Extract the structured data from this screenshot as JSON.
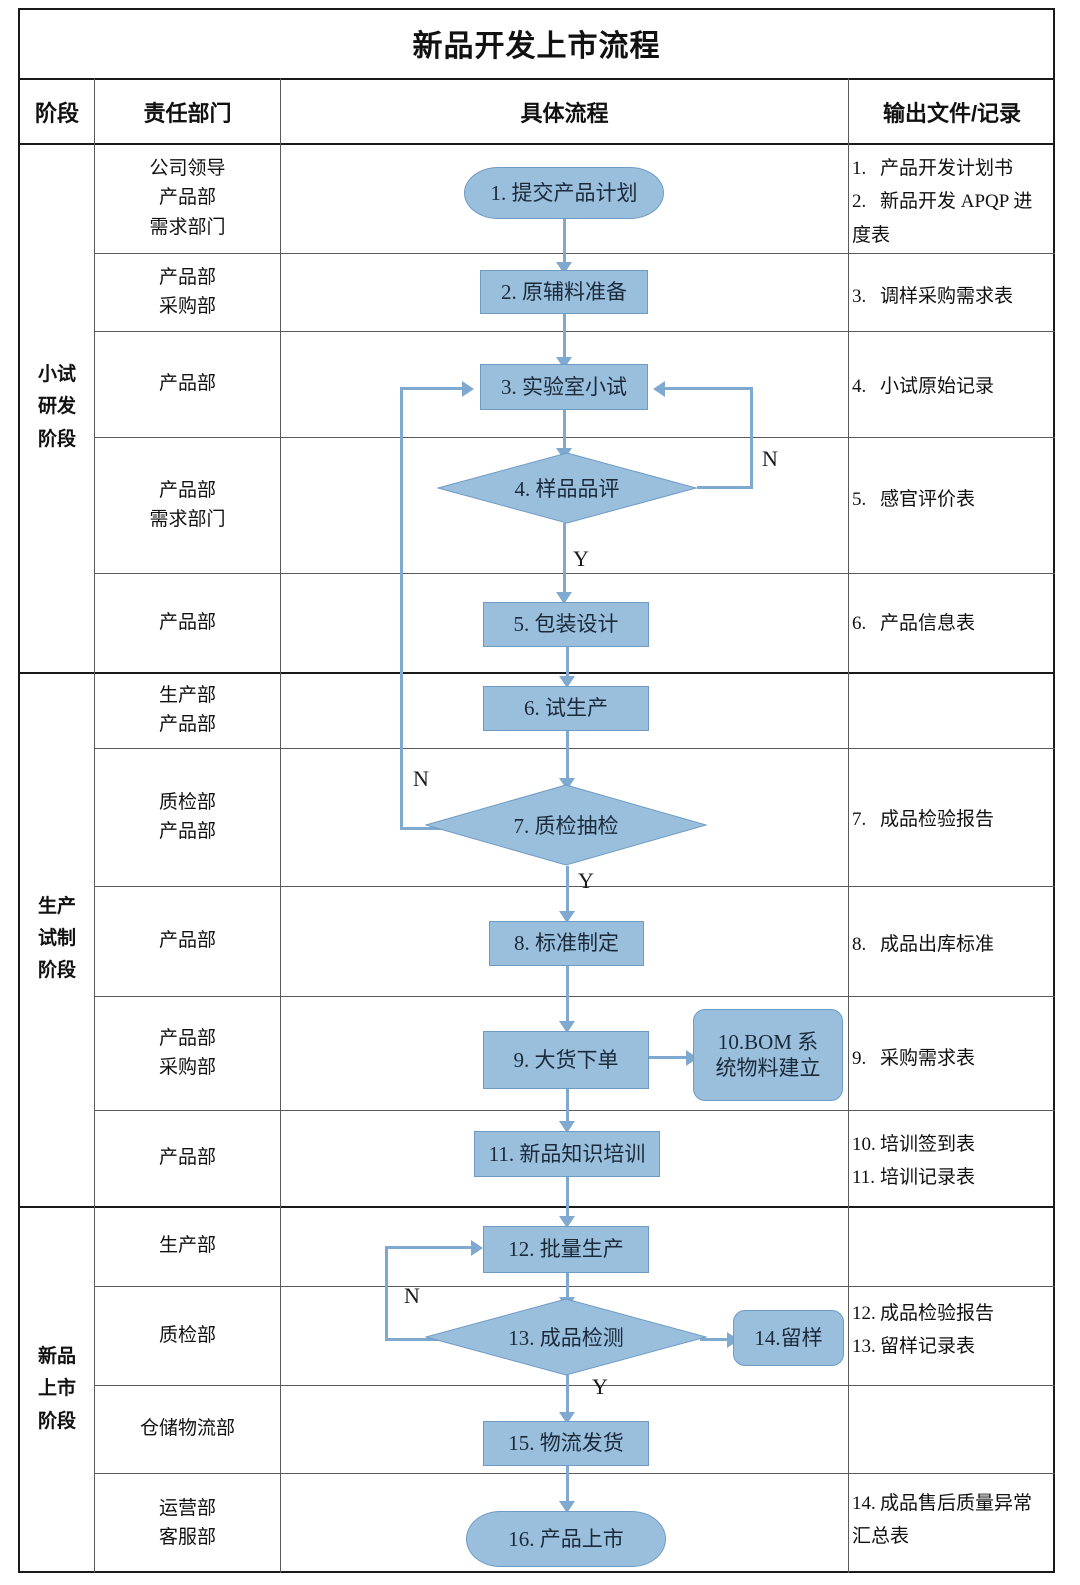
{
  "title": "新品开发上市流程",
  "columns": {
    "stage": "阶段",
    "department": "责任部门",
    "process": "具体流程",
    "output": "输出文件/记录"
  },
  "stages": [
    {
      "label": "小试\n研发\n阶段",
      "lines": [
        "小试",
        "研发",
        "阶段"
      ]
    },
    {
      "label": "生产\n试制\n阶段",
      "lines": [
        "生产",
        "试制",
        "阶段"
      ]
    },
    {
      "label": "新品\n上市\n阶段",
      "lines": [
        "新品",
        "上市",
        "阶段"
      ]
    }
  ],
  "rows": [
    {
      "departments": [
        "公司领导",
        "产品部",
        "需求部门"
      ],
      "outputs": [
        {
          "num": "1.",
          "text": "产品开发计划书"
        },
        {
          "num": "2.",
          "text": "新品开发 APQP 进",
          "cont": "度表"
        }
      ]
    },
    {
      "departments": [
        "产品部",
        "采购部"
      ],
      "outputs": [
        {
          "num": "3.",
          "text": "调样采购需求表"
        }
      ]
    },
    {
      "departments": [
        "产品部"
      ],
      "outputs": [
        {
          "num": "4.",
          "text": "小试原始记录"
        }
      ]
    },
    {
      "departments": [
        "产品部",
        "需求部门"
      ],
      "outputs": [
        {
          "num": "5.",
          "text": "感官评价表"
        }
      ]
    },
    {
      "departments": [
        "产品部"
      ],
      "outputs": [
        {
          "num": "6.",
          "text": "产品信息表"
        }
      ]
    },
    {
      "departments": [
        "生产部",
        "产品部"
      ],
      "outputs": []
    },
    {
      "departments": [
        "质检部",
        "产品部"
      ],
      "outputs": [
        {
          "num": "7.",
          "text": "成品检验报告"
        }
      ]
    },
    {
      "departments": [
        "产品部"
      ],
      "outputs": [
        {
          "num": "8.",
          "text": "成品出库标准"
        }
      ]
    },
    {
      "departments": [
        "产品部",
        "采购部"
      ],
      "outputs": [
        {
          "num": "9.",
          "text": "采购需求表"
        }
      ]
    },
    {
      "departments": [
        "产品部"
      ],
      "outputs": [
        {
          "num": "10.",
          "text": "培训签到表"
        },
        {
          "num": "11.",
          "text": "培训记录表"
        }
      ]
    },
    {
      "departments": [
        "生产部"
      ],
      "outputs": []
    },
    {
      "departments": [
        "质检部"
      ],
      "outputs": [
        {
          "num": "12.",
          "text": "成品检验报告"
        },
        {
          "num": "13.",
          "text": "留样记录表"
        }
      ]
    },
    {
      "departments": [
        "仓储物流部"
      ],
      "outputs": []
    },
    {
      "departments": [
        "运营部",
        "客服部"
      ],
      "outputs": [
        {
          "num": "14.",
          "text": "成品售后质量异常",
          "cont": "汇总表"
        }
      ]
    }
  ],
  "nodes": [
    {
      "id": "n1",
      "shape": "terminator",
      "label": "1. 提交产品计划"
    },
    {
      "id": "n2",
      "shape": "process",
      "label": "2. 原辅料准备"
    },
    {
      "id": "n3",
      "shape": "process",
      "label": "3. 实验室小试"
    },
    {
      "id": "n4",
      "shape": "decision",
      "label": "4. 样品品评"
    },
    {
      "id": "n5",
      "shape": "process",
      "label": "5. 包装设计"
    },
    {
      "id": "n6",
      "shape": "process",
      "label": "6. 试生产"
    },
    {
      "id": "n7",
      "shape": "decision",
      "label": "7. 质检抽检"
    },
    {
      "id": "n8",
      "shape": "process",
      "label": "8. 标准制定"
    },
    {
      "id": "n9",
      "shape": "process",
      "label": "9. 大货下单"
    },
    {
      "id": "n10",
      "shape": "rounded",
      "label": "10.BOM 系统物料建立",
      "line1": "10.BOM 系",
      "line2": "统物料建立"
    },
    {
      "id": "n11",
      "shape": "process",
      "label": "11. 新品知识培训"
    },
    {
      "id": "n12",
      "shape": "process",
      "label": "12. 批量生产"
    },
    {
      "id": "n13",
      "shape": "decision",
      "label": "13. 成品检测"
    },
    {
      "id": "n14",
      "shape": "rounded",
      "label": "14.留样"
    },
    {
      "id": "n15",
      "shape": "process",
      "label": "15. 物流发货"
    },
    {
      "id": "n16",
      "shape": "terminator",
      "label": "16. 产品上市"
    }
  ],
  "branch_labels": {
    "n4_no": "N",
    "n4_yes": "Y",
    "n7_no": "N",
    "n7_yes": "Y",
    "n13_no": "N",
    "n13_yes": "Y"
  },
  "colors": {
    "shape_fill": "#9ABFDD",
    "shape_border": "#6E9BC4",
    "connector": "#7FA9CE",
    "table_border": "#1a1a1a",
    "grid_line": "#5a5a5a",
    "text": "#1b2a3a"
  }
}
